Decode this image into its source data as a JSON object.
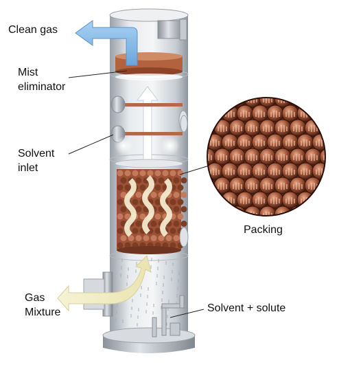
{
  "labels": {
    "clean_gas": "Clean gas",
    "mist_eliminator_1": "Mist",
    "mist_eliminator_2": "eliminator",
    "solvent_inlet_1": "Solvent",
    "solvent_inlet_2": "inlet",
    "packing": "Packing",
    "gas_mixture_1": "Gas",
    "gas_mixture_2": "Mixture",
    "solvent_solute": "Solvent + solute"
  },
  "colors": {
    "column_body": "#d9dde2",
    "copper": "#a0553a",
    "gas_flow": "#7fb6e6",
    "solvent_flow": "#f4f0c8"
  }
}
